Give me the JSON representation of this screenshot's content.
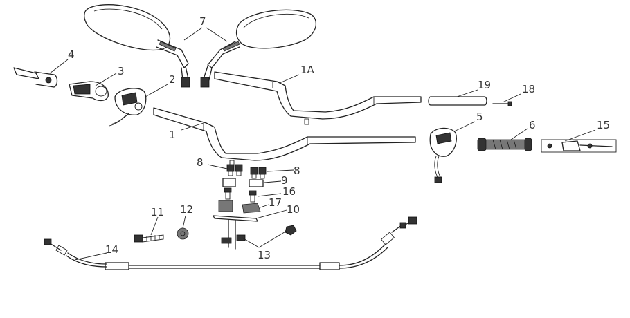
{
  "callouts": {
    "c1": "1",
    "c1a": "1A",
    "c2": "2",
    "c3": "3",
    "c4": "4",
    "c5": "5",
    "c6": "6",
    "c7": "7",
    "c8a": "8",
    "c8b": "8",
    "c9": "9",
    "c10": "10",
    "c11": "11",
    "c12": "12",
    "c13": "13",
    "c14": "14",
    "c15": "15",
    "c16": "16",
    "c17": "17",
    "c18": "18",
    "c19": "19"
  }
}
